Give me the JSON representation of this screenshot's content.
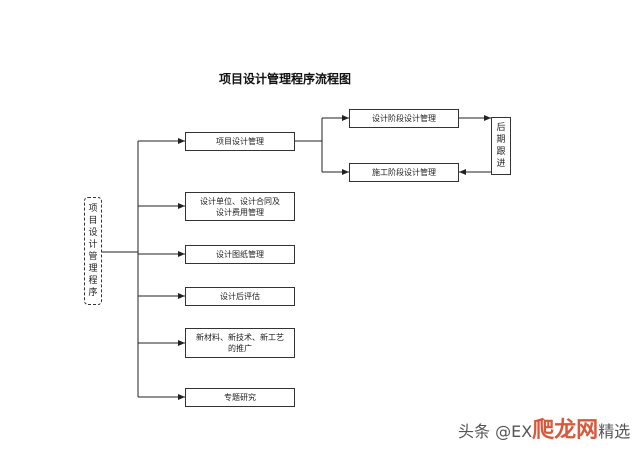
{
  "title": "项目设计管理程序流程图",
  "root": "项目设计管理程序",
  "follow_up": "后期跟进",
  "nodes": {
    "design_mgmt": "项目设计管理",
    "stage_design": "设计阶段设计管理",
    "stage_construction": "施工阶段设计管理",
    "units": [
      "设计单位、设计合同及",
      "设计费用管理"
    ],
    "drawings": "设计图纸管理",
    "post_eval": "设计后评估",
    "new_tech": [
      "新材料、新技术、新工艺",
      "的推广"
    ],
    "research": "专题研究"
  },
  "watermark": {
    "prefix": "头条 @EX",
    "suffix": "精选",
    "logo": "爬龙网"
  }
}
